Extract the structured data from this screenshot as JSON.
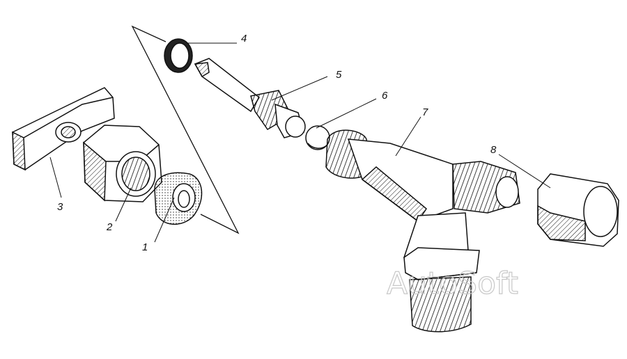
{
  "diagram": {
    "callouts": [
      {
        "id": "1",
        "label": "1"
      },
      {
        "id": "2",
        "label": "2"
      },
      {
        "id": "3",
        "label": "3"
      },
      {
        "id": "4",
        "label": "4"
      },
      {
        "id": "5",
        "label": "5"
      },
      {
        "id": "6",
        "label": "6"
      },
      {
        "id": "7",
        "label": "7"
      },
      {
        "id": "8",
        "label": "8"
      }
    ],
    "watermark": "AutoSoft"
  }
}
